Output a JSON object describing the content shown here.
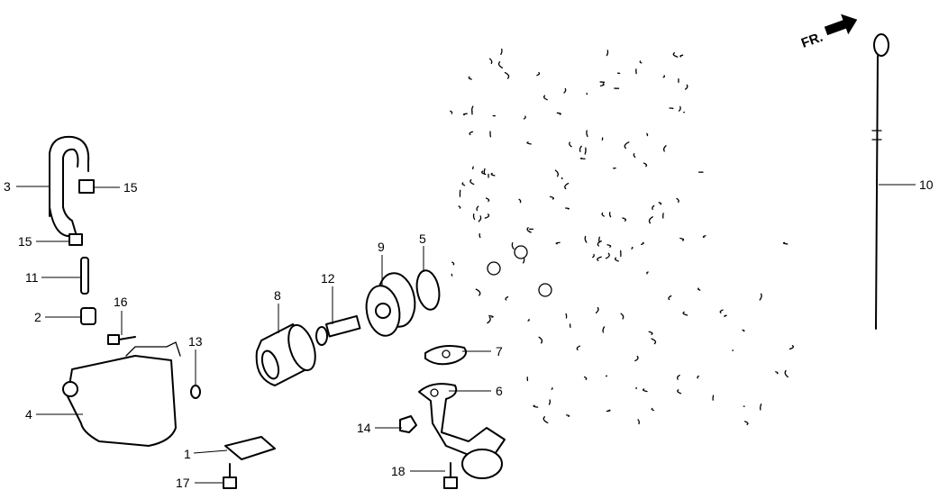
{
  "title": "Oil pump / oil filter / dipstick parts diagram",
  "front_indicator": "FR.",
  "parts": {
    "p1": "1",
    "p2": "2",
    "p3": "3",
    "p4": "4",
    "p5": "5",
    "p6": "6",
    "p7": "7",
    "p8": "8",
    "p9": "9",
    "p10": "10",
    "p11": "11",
    "p12": "12",
    "p13": "13",
    "p14": "14",
    "p15a": "15",
    "p15b": "15",
    "p16": "16",
    "p17": "17",
    "p18": "18"
  }
}
